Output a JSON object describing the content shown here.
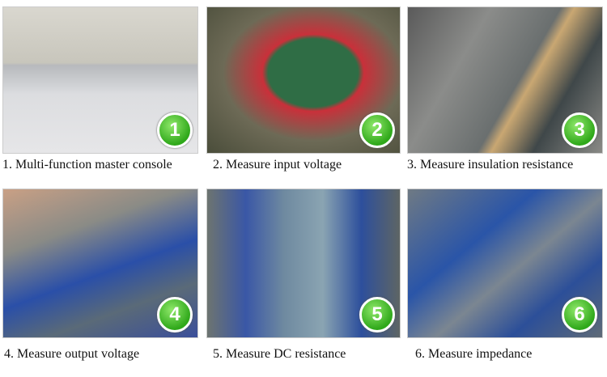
{
  "steps": [
    {
      "number": "1",
      "caption": "1. Multi-function master console"
    },
    {
      "number": "2",
      "caption": "2. Measure input voltage"
    },
    {
      "number": "3",
      "caption": "3. Measure insulation resistance"
    },
    {
      "number": "4",
      "caption": "4. Measure output voltage"
    },
    {
      "number": "5",
      "caption": "5. Measure DC resistance"
    },
    {
      "number": "6",
      "caption": "6. Measure impedance"
    }
  ]
}
